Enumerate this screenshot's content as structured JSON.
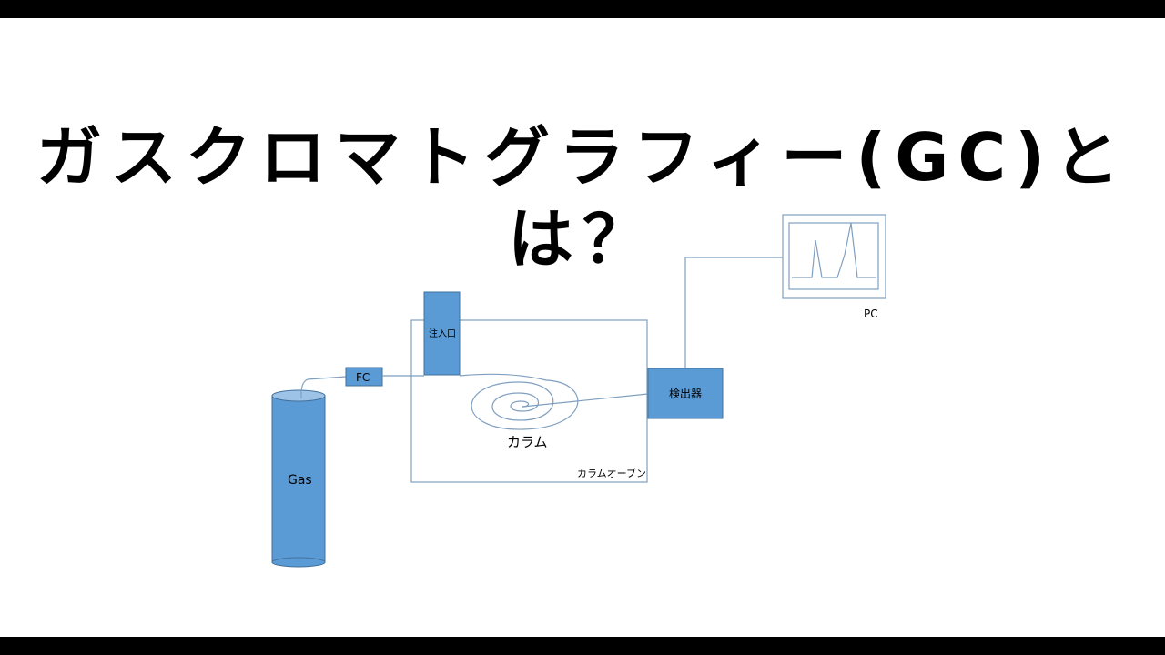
{
  "title": "ガスクロマトグラフィー(GC)とは？",
  "labels": {
    "gas": "Gas",
    "flow_controller": "FC",
    "injection_port": "注入口",
    "column": "カラム",
    "column_oven": "カラムオーブン",
    "detector": "検出器",
    "pc": "PC"
  },
  "colors": {
    "component_fill": "#5b9bd5",
    "component_stroke": "#41719c",
    "line": "#7f9fc0"
  }
}
